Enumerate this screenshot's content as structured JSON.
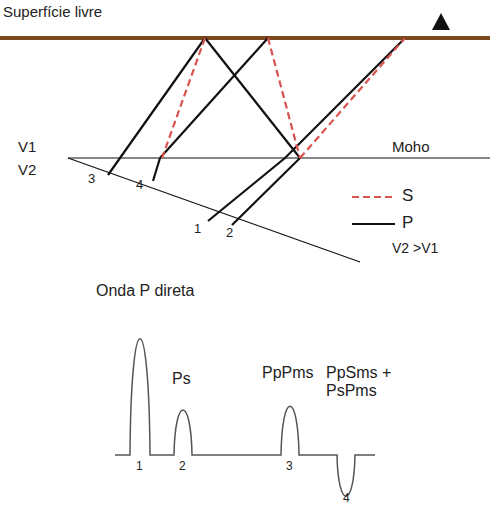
{
  "diagram": {
    "labels": [
      "Superfície livre",
      "V1",
      "Moho",
      "V2",
      "3",
      "4",
      "1",
      "2",
      "V2 >V1",
      "Onda P direta",
      "Ps",
      "PpPms",
      "PpSms + PsPms",
      "1",
      "2",
      "3",
      "4"
    ],
    "legend": [
      {
        "text": "S"
      },
      {
        "text": "P"
      }
    ]
  }
}
